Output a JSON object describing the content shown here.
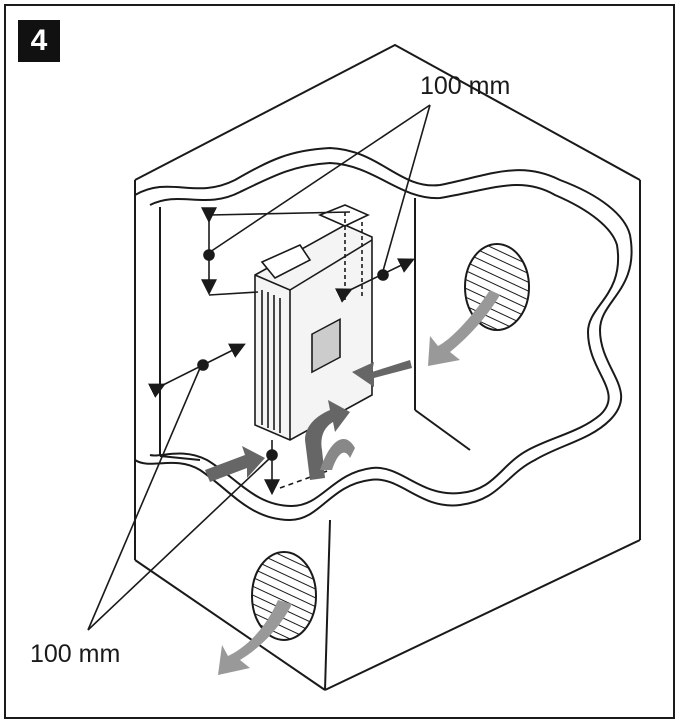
{
  "step": {
    "number": "4"
  },
  "labels": {
    "clearance_top": "100 mm",
    "clearance_bottom": "100 mm"
  },
  "colors": {
    "line": "#1a1a1a",
    "airflow_arrow": "#8c8c8c",
    "airflow_arrow_dark": "#555555"
  }
}
